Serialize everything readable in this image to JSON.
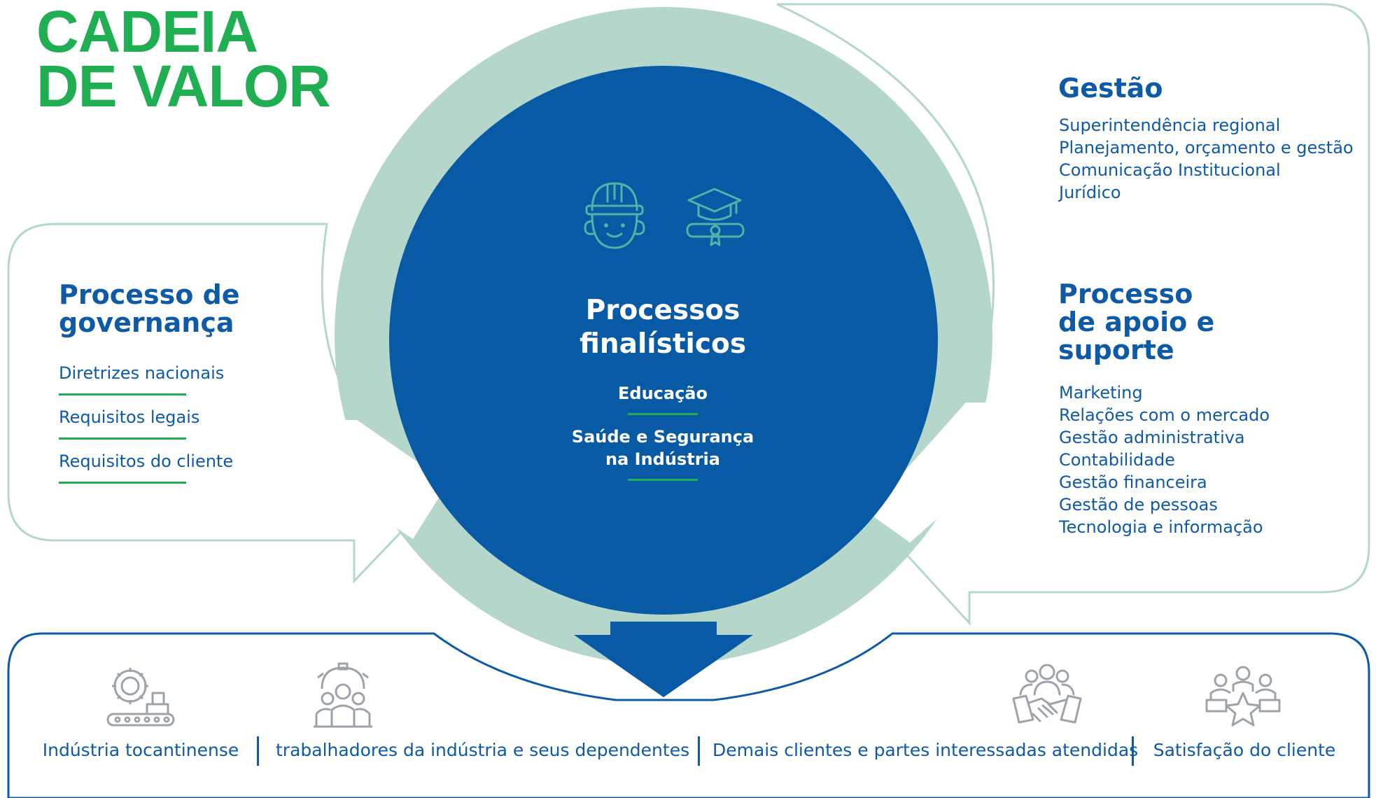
{
  "title": {
    "line1": "CADEIA",
    "line2": "DE VALOR"
  },
  "colors": {
    "green": "#1fae52",
    "blue": "#0e5aa6",
    "dark_blue": "#075aa3",
    "ring": "#b5d6cb",
    "icon_gray": "#9ca3ab",
    "icon_teal": "#4fb3a8"
  },
  "governance": {
    "heading_line1": "Processo de",
    "heading_line2": "governança",
    "items": [
      "Diretrizes nacionais",
      "Requisitos legais",
      "Requisitos do cliente"
    ]
  },
  "management": {
    "heading": "Gestão",
    "items": [
      "Superintendência regional",
      "Planejamento, orçamento e gestão",
      "Comunicação Institucional",
      "Jurídico"
    ]
  },
  "support": {
    "heading_line1": "Processo",
    "heading_line2": "de apoio e",
    "heading_line3": "suporte",
    "items": [
      "Marketing",
      "Relações com o mercado",
      "Gestão administrativa",
      "Contabilidade",
      "Gestão financeira",
      "Gestão de pessoas",
      "Tecnologia e informação"
    ]
  },
  "core": {
    "title_line1": "Processos",
    "title_line2": "finalísticos",
    "item1": "Educação",
    "item2_line1": "Saúde e Segurança",
    "item2_line2": "na Indústria",
    "icons": [
      "worker-helmet-icon",
      "graduation-diploma-icon"
    ]
  },
  "outcomes": [
    {
      "label": "Indústria tocantinense",
      "icon": "industry-gear-icon"
    },
    {
      "label": "trabalhadores da indústria e seus dependentes",
      "icon": "workers-gear-icon"
    },
    {
      "label": "Demais clientes e partes interessadas atendidas",
      "icon": "handshake-people-icon"
    },
    {
      "label": "Satisfação do cliente",
      "icon": "people-star-icon"
    }
  ]
}
